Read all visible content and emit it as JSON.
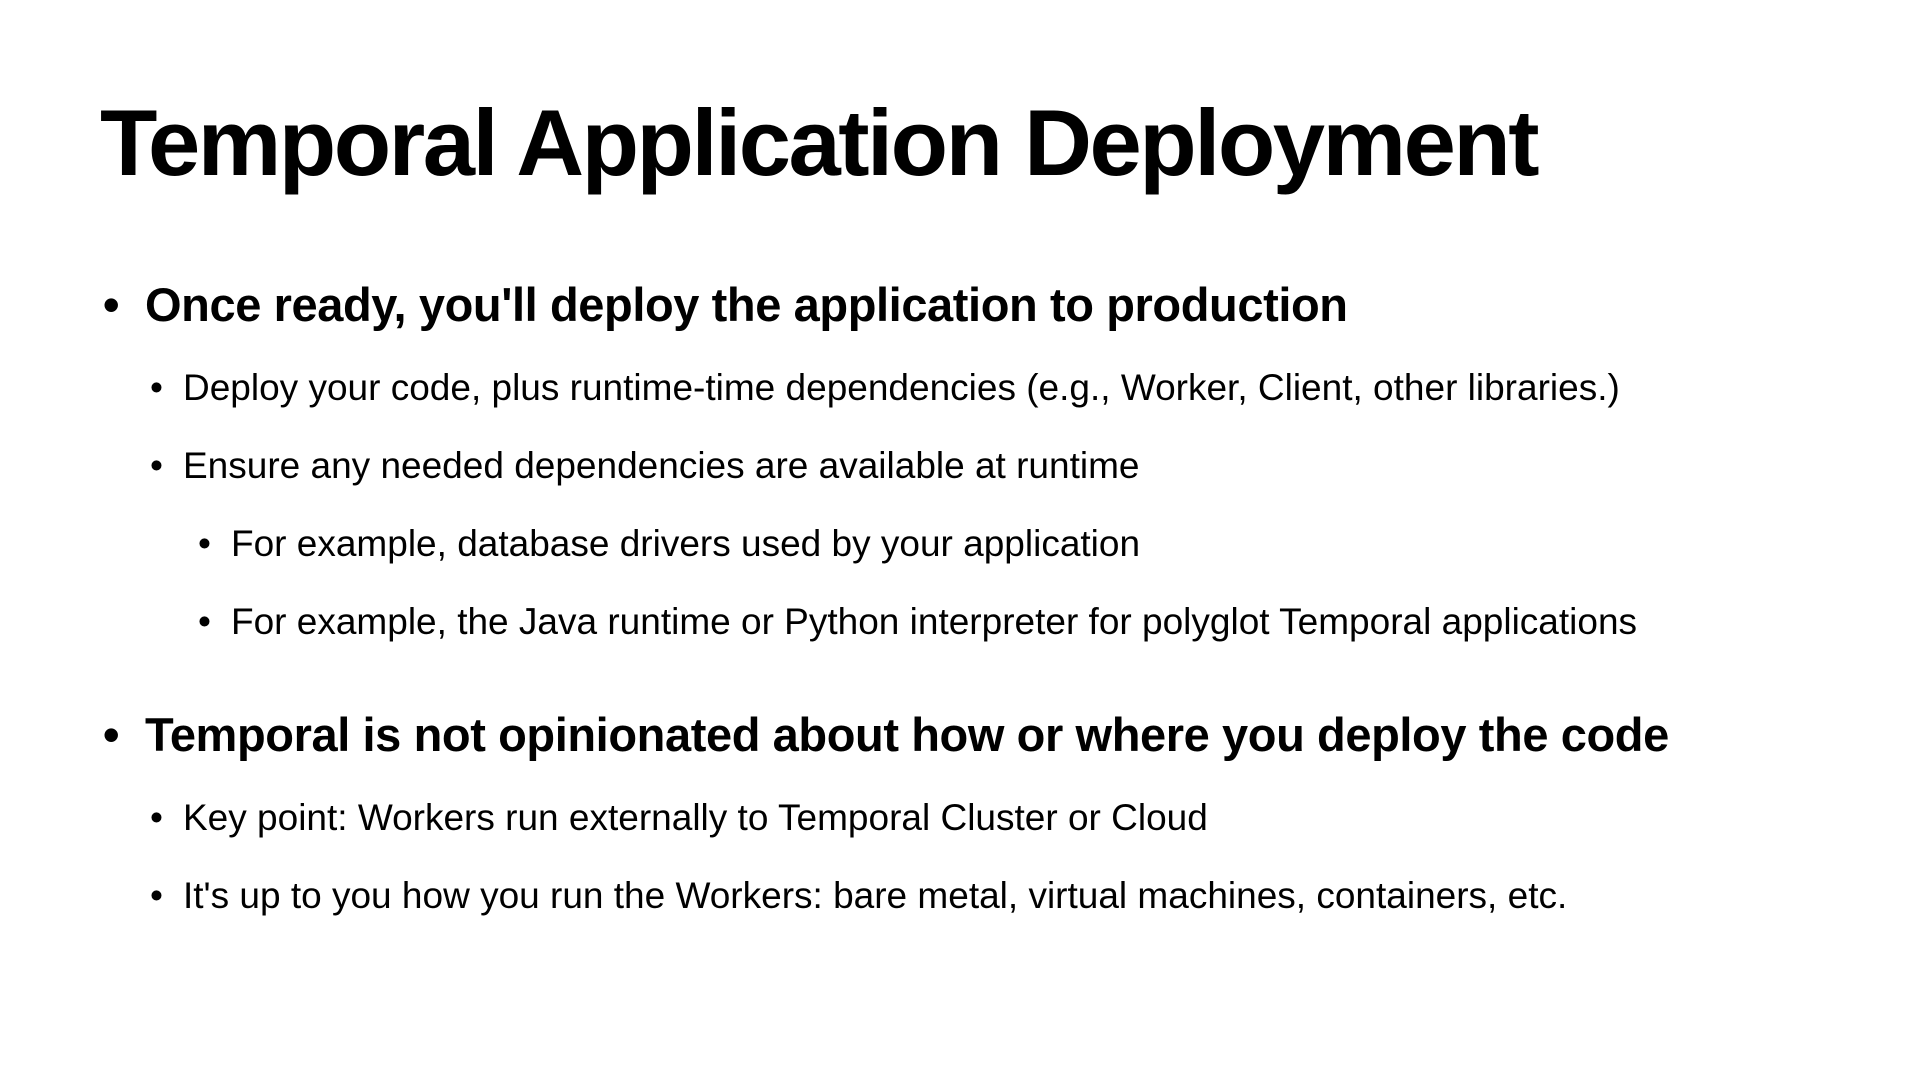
{
  "slide": {
    "title": "Temporal Application Deployment",
    "bullet_glyph": "•",
    "items": [
      {
        "level": 1,
        "text": "Once ready, you'll deploy the application to production"
      },
      {
        "level": 2,
        "text": "Deploy your code, plus runtime-time dependencies (e.g., Worker, Client, other libraries.)"
      },
      {
        "level": 2,
        "text": "Ensure any needed dependencies are available at runtime"
      },
      {
        "level": 3,
        "text": "For example, database drivers used by your application"
      },
      {
        "level": 3,
        "text": "For example, the Java runtime or Python interpreter for polyglot Temporal applications"
      },
      {
        "level": 1,
        "text": "Temporal is not opinionated about how or where you deploy the code"
      },
      {
        "level": 2,
        "text": "Key point: Workers run externally to Temporal Cluster or Cloud"
      },
      {
        "level": 2,
        "text": "It's up to you how you run the Workers: bare metal, virtual machines, containers, etc."
      }
    ]
  },
  "colors": {
    "background": "#ffffff",
    "text": "#000000"
  }
}
